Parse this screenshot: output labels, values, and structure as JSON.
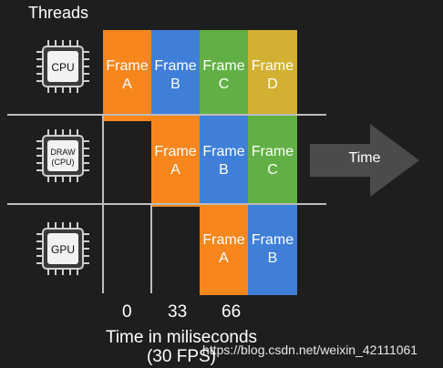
{
  "header": {
    "title": "Threads"
  },
  "rows": [
    {
      "name": "cpu",
      "icon": "cpu-chip-icon",
      "chip_lines": [
        "CPU"
      ]
    },
    {
      "name": "draw",
      "icon": "draw-cpu-chip-icon",
      "chip_lines": [
        "DRAW",
        "(CPU)"
      ]
    },
    {
      "name": "gpu",
      "icon": "gpu-chip-icon",
      "chip_lines": [
        "GPU"
      ]
    }
  ],
  "frames": {
    "cpu": [
      {
        "word": "Frame",
        "letter": "A",
        "color": "#f7861d"
      },
      {
        "word": "Frame",
        "letter": "B",
        "color": "#3f7fd8"
      },
      {
        "word": "Frame",
        "letter": "C",
        "color": "#62b045"
      },
      {
        "word": "Frame",
        "letter": "D",
        "color": "#d2b032"
      }
    ],
    "draw": [
      {
        "word": "Frame",
        "letter": "A",
        "color": "#f7861d"
      },
      {
        "word": "Frame",
        "letter": "B",
        "color": "#3f7fd8"
      },
      {
        "word": "Frame",
        "letter": "C",
        "color": "#62b045"
      }
    ],
    "gpu": [
      {
        "word": "Frame",
        "letter": "A",
        "color": "#f7861d"
      },
      {
        "word": "Frame",
        "letter": "B",
        "color": "#3f7fd8"
      }
    ]
  },
  "timeline": {
    "ticks": [
      "0",
      "33",
      "66"
    ],
    "label_line1": "Time in miliseconds",
    "label_line2": "(30 FPS)"
  },
  "arrow": {
    "label": "Time",
    "icon": "time-arrow-icon",
    "color": "#4b4b4b"
  },
  "watermark": "https://blog.csdn.net/weixin_42111061",
  "bottom_text": "",
  "colors": {
    "background": "#1e1e1e",
    "grid": "#bdbdbd"
  }
}
